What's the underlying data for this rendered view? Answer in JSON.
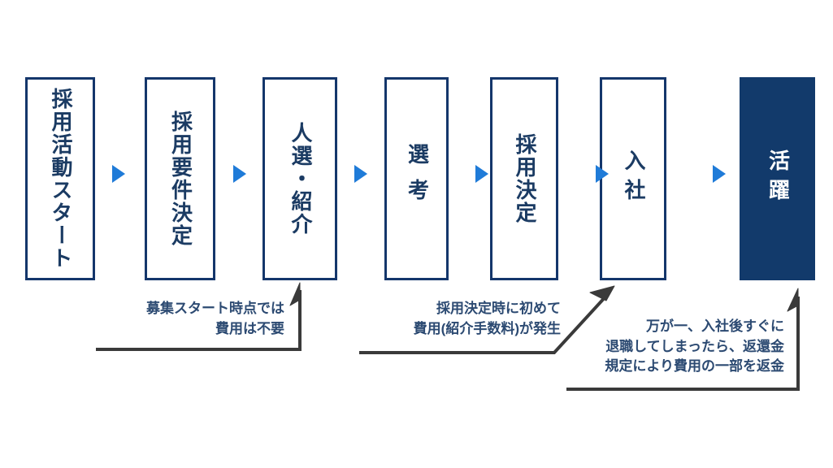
{
  "diagram": {
    "title_colors": {
      "box_border": "#14366b",
      "box_fill_active": "#123a6b",
      "text_blue": "#1b3b63",
      "annotation_blue": "#2c4a72",
      "connector_blue": "#1f7bd8",
      "leader_line": "#3a3a3a"
    },
    "stages": [
      {
        "id": "stage-1",
        "label": "採用活動スタート",
        "filled": false
      },
      {
        "id": "stage-2",
        "label": "採用要件決定",
        "filled": false
      },
      {
        "id": "stage-3",
        "label": "人選・紹介",
        "filled": false
      },
      {
        "id": "stage-4",
        "label": "選考",
        "filled": false
      },
      {
        "id": "stage-5",
        "label": "採用決定",
        "filled": false
      },
      {
        "id": "stage-6",
        "label": "入社",
        "filled": false
      },
      {
        "id": "stage-7",
        "label": "活躍",
        "filled": true
      }
    ],
    "annotations": [
      {
        "id": "annotation-1",
        "lines": [
          "募集スタート時点では",
          "費用は不要"
        ],
        "points_to": "人選・紹介"
      },
      {
        "id": "annotation-2",
        "lines": [
          "採用決定時に初めて",
          "費用(紹介手数料)が発生"
        ],
        "points_to": "入社"
      },
      {
        "id": "annotation-3",
        "lines": [
          "万が一、入社後すぐに",
          "退職してしまったら、返還金",
          "規定により費用の一部を返金"
        ],
        "points_to": "活躍"
      }
    ]
  }
}
